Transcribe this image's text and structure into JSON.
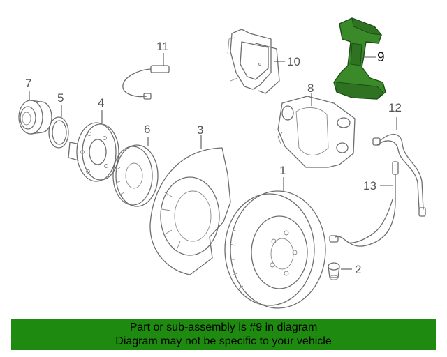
{
  "diagram": {
    "callouts": [
      "1",
      "2",
      "3",
      "4",
      "5",
      "6",
      "7",
      "8",
      "9",
      "10",
      "11",
      "12",
      "13"
    ],
    "highlight_color": "#3a8a2a",
    "highlighted_part": "9"
  },
  "banner": {
    "line1": "Part or sub-assembly is #9 in diagram",
    "line2": "Diagram may not be specific to your vehicle",
    "background": "#1f8a10"
  }
}
